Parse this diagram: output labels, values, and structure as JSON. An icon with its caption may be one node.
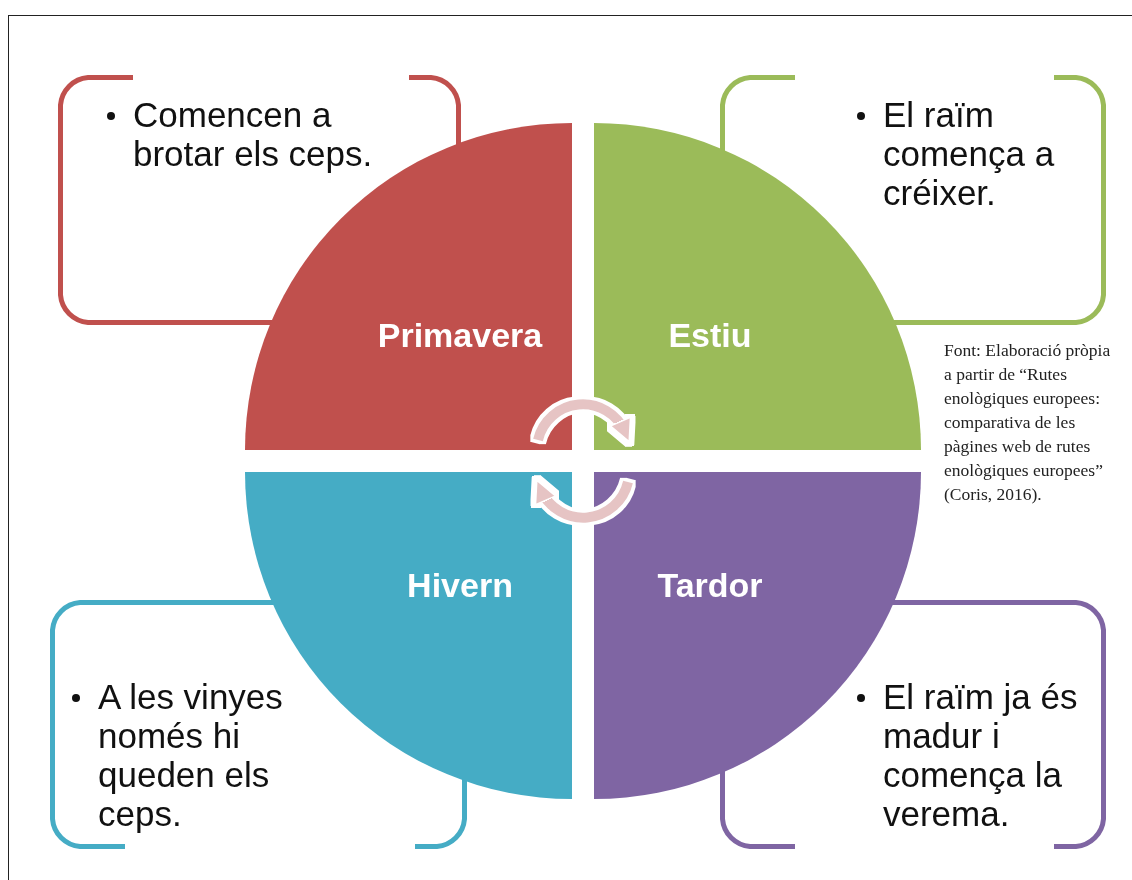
{
  "diagram": {
    "caption": "Font: Elaboració pròpia a partir de “Rutes enològiques europees: comparativa de les pàgines web de rutes enològiques europees” (Coris, 2016).",
    "nodes": [
      {
        "text": [
          "Comencen a brotar els ceps."
        ]
      },
      {
        "text": [
          "El raïm comença a créixer."
        ]
      },
      {
        "text": [
          "Primavera"
        ]
      },
      {
        "text": [
          "Estiu"
        ]
      },
      {
        "text": [
          "Hivern"
        ]
      },
      {
        "text": [
          "Tardor"
        ]
      },
      {
        "text": [
          "A les vinyes només hi queden els ceps."
        ]
      },
      {
        "text": [
          "El raïm ja és madur i comença la verema."
        ]
      }
    ],
    "edges": [
      {
        "from": 2,
        "to": 3,
        "arrow": "to"
      },
      {
        "from": 5,
        "to": 4,
        "arrow": "to"
      }
    ]
  }
}
